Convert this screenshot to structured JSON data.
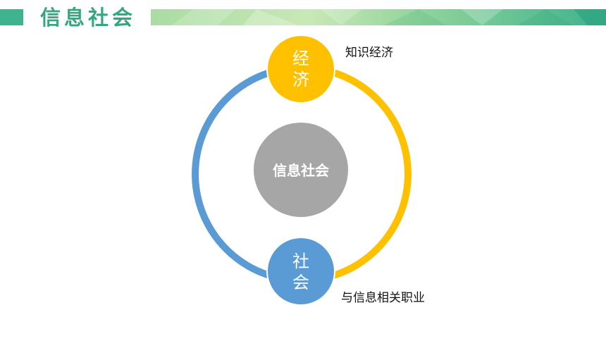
{
  "header": {
    "title": "信息社会",
    "accent_color": "#3fb28e"
  },
  "diagram": {
    "center": {
      "label": "信息社会",
      "color": "#a6a6a6"
    },
    "top_node": {
      "label": "经\n济",
      "color": "#ffc000",
      "note": "知识经济"
    },
    "bottom_node": {
      "label": "社\n会",
      "color": "#5b9bd5",
      "note": "与信息相关职业"
    },
    "ring_colors": {
      "left": "#5b9bd5",
      "right": "#ffc000"
    }
  }
}
